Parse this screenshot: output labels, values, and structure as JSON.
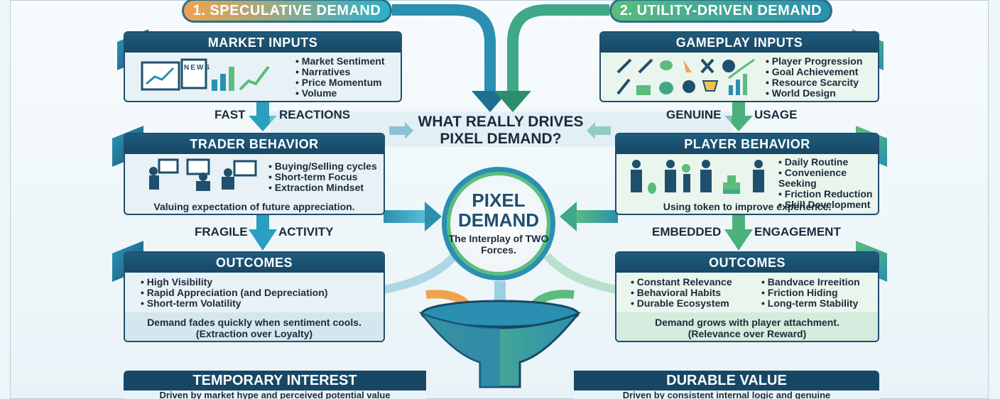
{
  "header": {
    "left_pill": "1. SPECULATIVE DEMAND",
    "right_pill": "2. UTILITY-DRIVEN DEMAND"
  },
  "center": {
    "question": "WHAT REALLY DRIVES PIXEL DEMAND?",
    "title": "PIXEL DEMAND",
    "subtitle": "The Interplay of TWO Forces."
  },
  "left": {
    "market_inputs": {
      "title": "MARKET INPUTS",
      "bullets": [
        "Market Sentiment",
        "Narratives",
        "Price Momentum",
        "Volume"
      ],
      "icon_name": "market-chart-news-icons"
    },
    "flow1": {
      "a": "FAST",
      "b": "REACTIONS"
    },
    "trader_behavior": {
      "title": "TRADER BEHAVIOR",
      "bullets": [
        "Buying/Selling cycles",
        "Short-term Focus",
        "Extraction Mindset"
      ],
      "caption": "Valuing expectation of future appreciation.",
      "icon_name": "traders-at-screens-icons"
    },
    "flow2": {
      "a": "FRAGILE",
      "b": "ACTIVITY"
    },
    "outcomes": {
      "title": "OUTCOMES",
      "bullets": [
        "High Visibility",
        "Rapid Appreciation (and Depreciation)",
        "Short-term Volatility"
      ],
      "caption1": "Demand fades quickly when sentiment cools.",
      "caption2": "(Extraction over Loyalty)"
    },
    "bottom": {
      "title": "TEMPORARY INTEREST",
      "sub": "Driven by market hype and perceived potential value"
    }
  },
  "right": {
    "gameplay_inputs": {
      "title": "GAMEPLAY INPUTS",
      "bullets": [
        "Player Progression",
        "Goal Achievement",
        "Resource Scarcity",
        "World Design"
      ],
      "icon_name": "gameplay-tools-icons"
    },
    "flow1": {
      "a": "GENUINE",
      "b": "USAGE"
    },
    "player_behavior": {
      "title": "PLAYER BEHAVIOR",
      "bullets": [
        "Daily Routine",
        "Convenience Seeking",
        "Friction Reduction",
        "Skill Development"
      ],
      "caption": "Using token to improve experience.",
      "icon_name": "players-working-icons"
    },
    "flow2": {
      "a": "EMBEDDED",
      "b": "ENGAGEMENT"
    },
    "outcomes": {
      "title": "OUTCOMES",
      "bullets_col1": [
        "Constant Relevance",
        "Behavioral Habits",
        "Durable Ecosystem"
      ],
      "bullets_col2": [
        "Bandvace Irreeition",
        "Friction Hiding",
        "Long-term Stability"
      ],
      "caption1": "Demand grows with player attachment.",
      "caption2": "(Relevance over Reward)"
    },
    "bottom": {
      "title": "DURABLE VALUE",
      "sub": "Driven by consistent internal logic and genuine"
    }
  },
  "colors": {
    "navy": "#174765",
    "teal": "#2a8fb0",
    "green": "#5bbd7b",
    "orange": "#f2a24e"
  }
}
